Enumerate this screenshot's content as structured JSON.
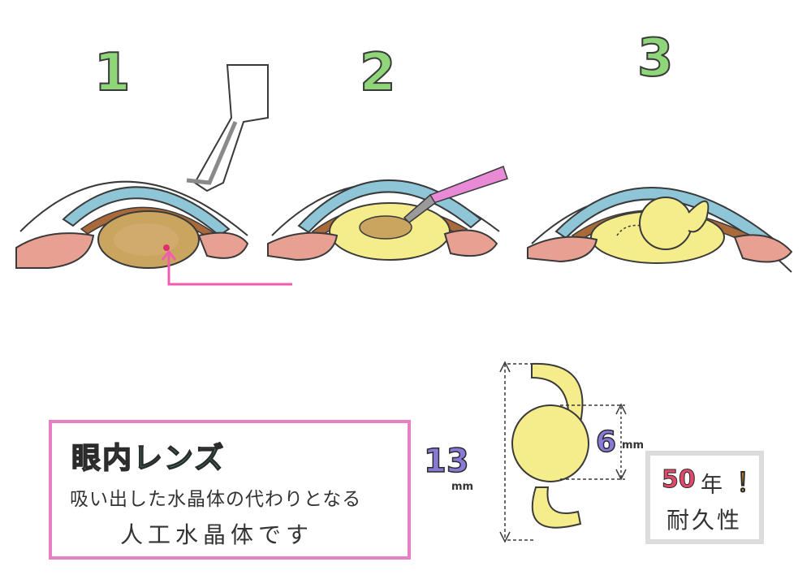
{
  "steps": [
    "1",
    "2",
    "3"
  ],
  "info": {
    "title": "眼内レンズ",
    "line1": "吸い出した水晶体の代わりとなる",
    "line2": "人工水晶体です"
  },
  "dimensions": {
    "total_value": "13",
    "total_unit": "mm",
    "optic_value": "6",
    "optic_unit": "mm"
  },
  "badge": {
    "years": "50",
    "year_char": "年",
    "exclaim": "！",
    "durability": "耐久性"
  },
  "colors": {
    "step_number": "#8fd67a",
    "iris": "#a86a3a",
    "cornea": "#8ec6d8",
    "lens_old": "#c9a560",
    "lens_new": "#f5ec8c",
    "skin": "#e8a092",
    "arrow": "#f25cae",
    "box_border": "#e67fc4",
    "title": "#3cc08f",
    "dimension": "#8a7ad8"
  }
}
